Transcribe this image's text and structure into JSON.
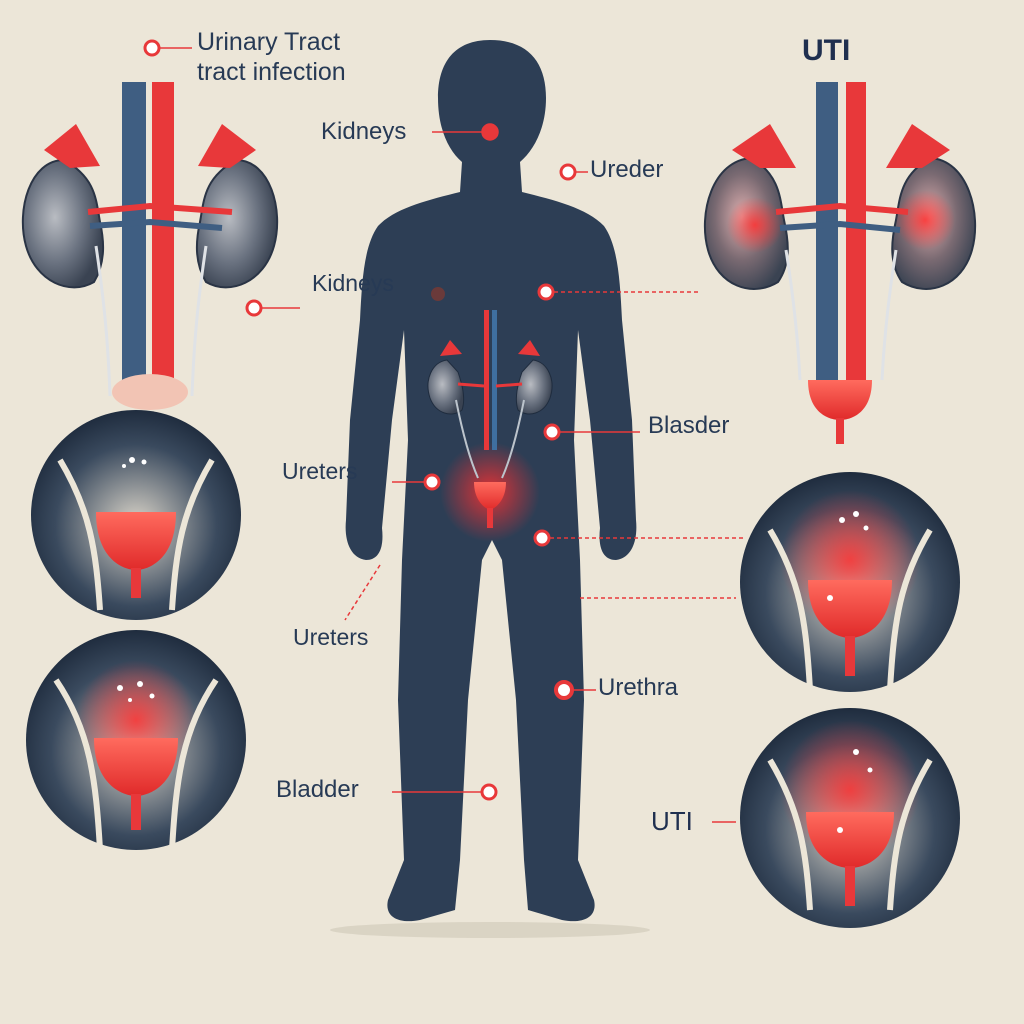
{
  "labels": {
    "title_line1": "Urinary Tract",
    "title_line2": "tract infection",
    "uti_top": "UTI",
    "kidneys_1": "Kidneys",
    "ureder": "Ureder",
    "kidneys_2": "Kidneys",
    "blasder": "Blasder",
    "ureters_1": "Ureters",
    "ureters_2": "Ureters",
    "urethra": "Urethra",
    "bladder": "Bladder",
    "uti_bottom": "UTI"
  },
  "colors": {
    "background": "#ece6d8",
    "silhouette": "#2d3e55",
    "organ_red": "#e8383a",
    "vessel_blue": "#3f5e82",
    "text": "#273a55"
  }
}
